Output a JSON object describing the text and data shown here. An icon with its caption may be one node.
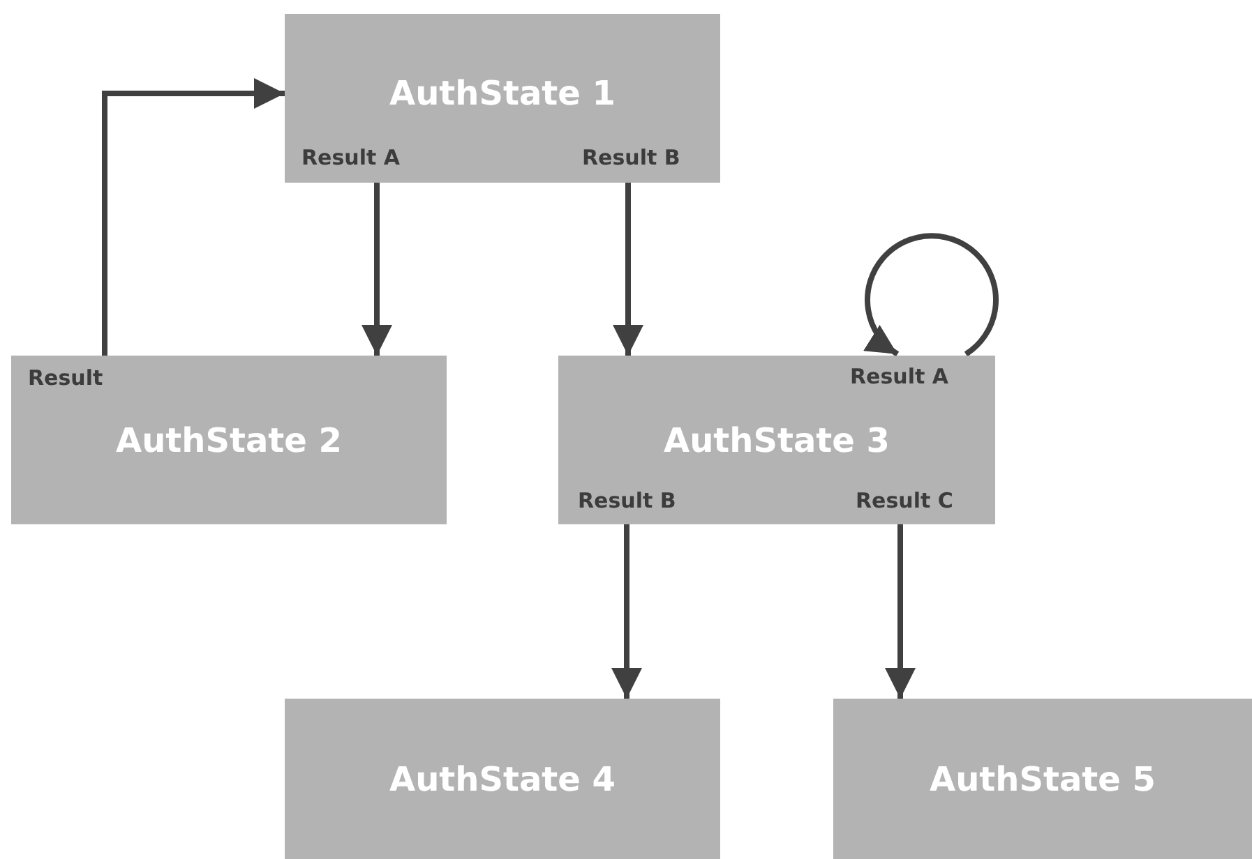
{
  "diagram": {
    "nodes": [
      {
        "text": [
          "AuthState 1"
        ]
      },
      {
        "text": [
          "AuthState 2"
        ]
      },
      {
        "text": [
          "AuthState 3"
        ]
      },
      {
        "text": [
          "AuthState 4"
        ]
      },
      {
        "text": [
          "AuthState 5"
        ]
      }
    ],
    "edges": [
      {
        "from": 0,
        "to": 1,
        "arrow": "to",
        "label": "Result A"
      },
      {
        "from": 0,
        "to": 2,
        "arrow": "to",
        "label": "Result B"
      },
      {
        "from": 1,
        "to": 0,
        "arrow": "to",
        "label": "Result"
      },
      {
        "from": 2,
        "to": 2,
        "arrow": "to",
        "label": "Result A"
      },
      {
        "from": 2,
        "to": 3,
        "arrow": "to",
        "label": "Result B"
      },
      {
        "from": 2,
        "to": 4,
        "arrow": "to",
        "label": "Result C"
      }
    ]
  }
}
